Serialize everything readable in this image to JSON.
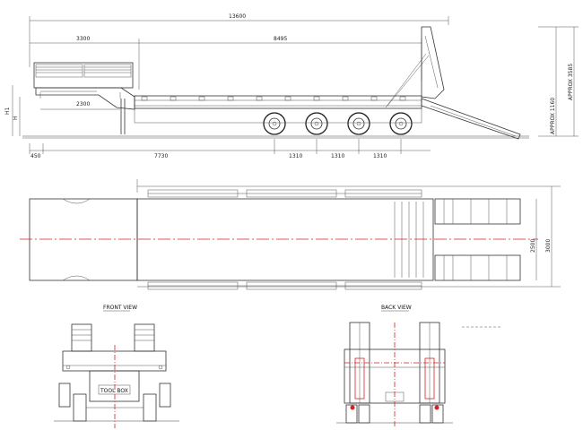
{
  "side_view": {
    "overall_length": "13600",
    "gooseneck_length": "3300",
    "deck_length": "8495",
    "neck_lower": "2300",
    "front_offset": "450",
    "kingpin_to_axle": "7730",
    "axle_spacing": [
      "1310",
      "1310",
      "1310"
    ],
    "dim_h1": "H1",
    "dim_h": "H",
    "approx_ramp_height": "APPROX 3585",
    "approx_height": "APPROX 1160"
  },
  "top_view": {
    "inner_width": "2500",
    "outer_width": "3000"
  },
  "front_view": {
    "title": "FRONT VIEW",
    "box_text": "TOOL BOX"
  },
  "back_view": {
    "title": "BACK VIEW"
  },
  "colors": {
    "line": "#333333",
    "centerline": "#d42020"
  }
}
